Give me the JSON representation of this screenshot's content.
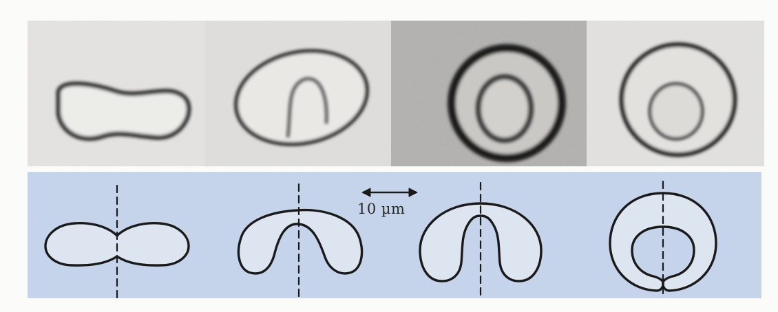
{
  "figure": {
    "scale_bar": {
      "label": "10 µm"
    },
    "photographs": [
      {
        "shape": "discocyte"
      },
      {
        "shape": "open-stomatocyte"
      },
      {
        "shape": "stomatocyte"
      },
      {
        "shape": "closed-stomatocyte"
      }
    ],
    "outlines": [
      {
        "shape": "discocyte"
      },
      {
        "shape": "open-stomatocyte"
      },
      {
        "shape": "stomatocyte"
      },
      {
        "shape": "closed-stomatocyte"
      }
    ],
    "colors": {
      "diagram_background": "#c5d4ea",
      "shape_fill": "#dde5f1",
      "outline": "#1a1a1a",
      "photo_background": "#e8e8e6",
      "photo_membrane": "#2b2b2b"
    }
  }
}
